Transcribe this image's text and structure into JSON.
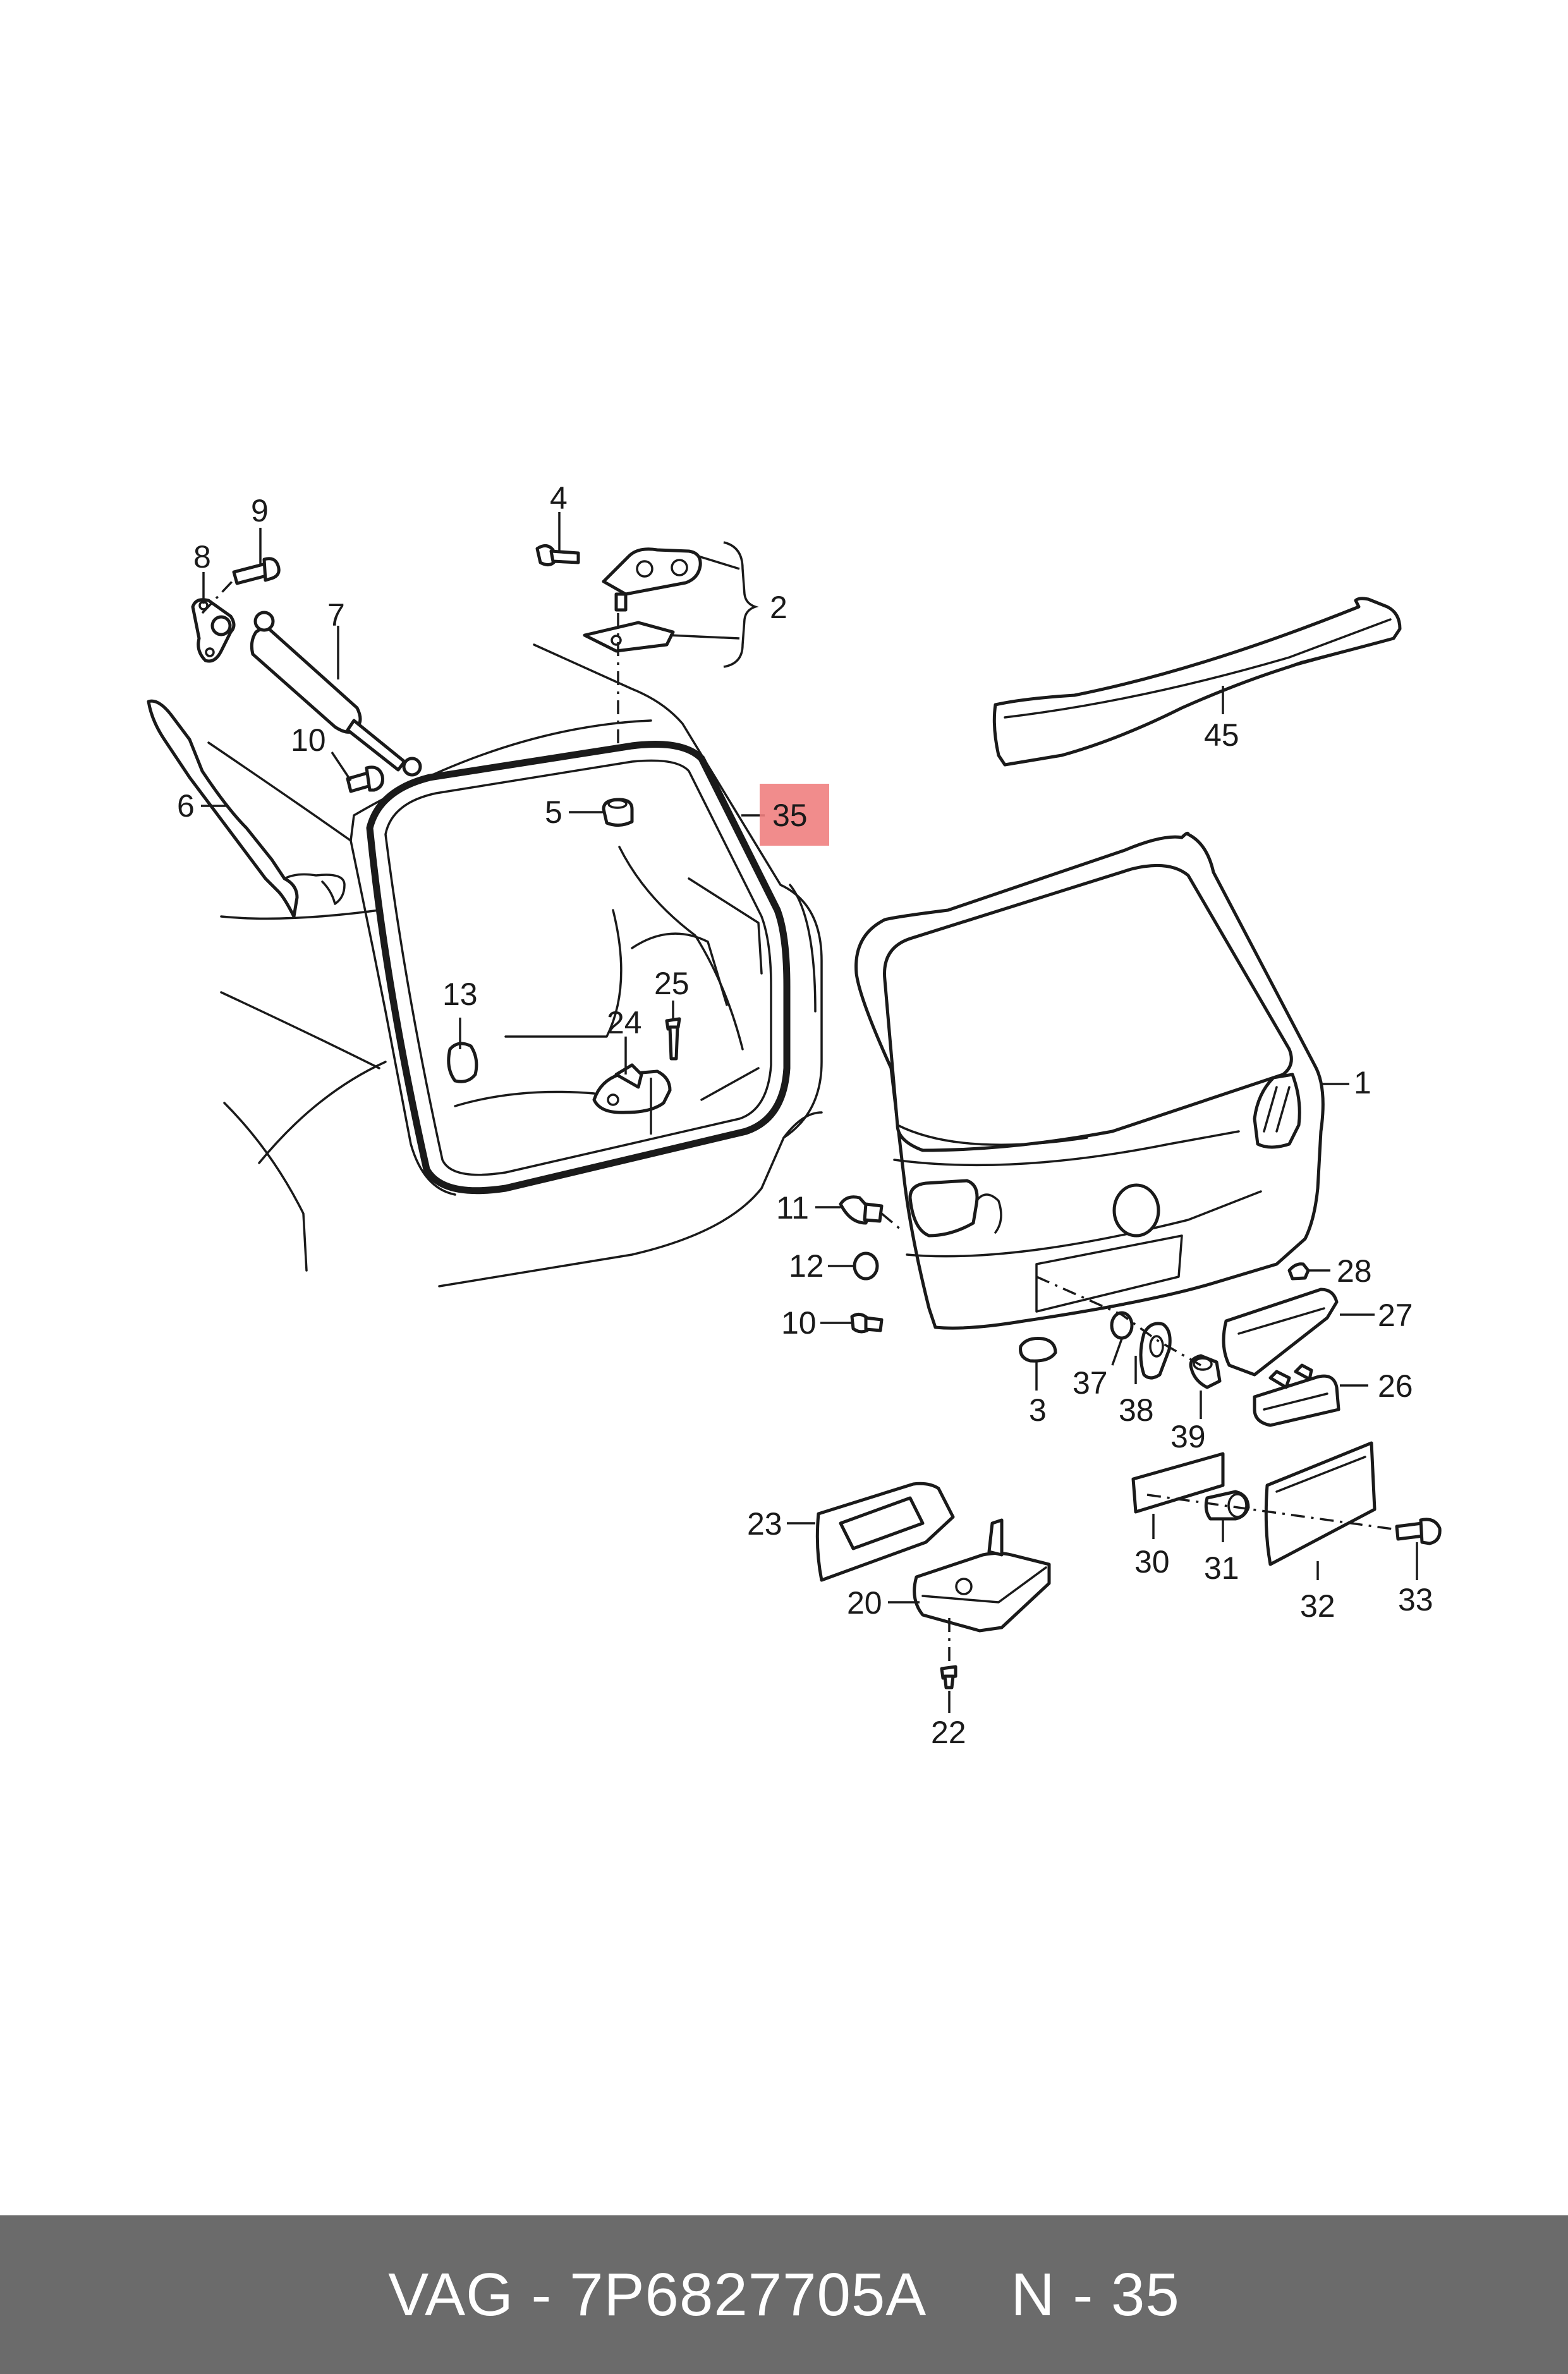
{
  "callouts": {
    "c1": "1",
    "c2": "2",
    "c3": "3",
    "c4": "4",
    "c5": "5",
    "c6": "6",
    "c7": "7",
    "c8": "8",
    "c9": "9",
    "c10a": "10",
    "c10b": "10",
    "c11": "11",
    "c12": "12",
    "c13": "13",
    "c20": "20",
    "c22": "22",
    "c23": "23",
    "c24": "24",
    "c25": "25",
    "c26": "26",
    "c27": "27",
    "c28": "28",
    "c30": "30",
    "c31": "31",
    "c32": "32",
    "c33": "33",
    "c35": "35",
    "c37": "37",
    "c38": "38",
    "c39": "39",
    "c45": "45"
  },
  "highlighted_part": "35",
  "colors": {
    "highlight": "#f08080",
    "footer_bg": "#6b6b6b",
    "footer_text": "#ffffff"
  },
  "footer": {
    "text": "VAG - 7P6827705A     N - 35"
  }
}
